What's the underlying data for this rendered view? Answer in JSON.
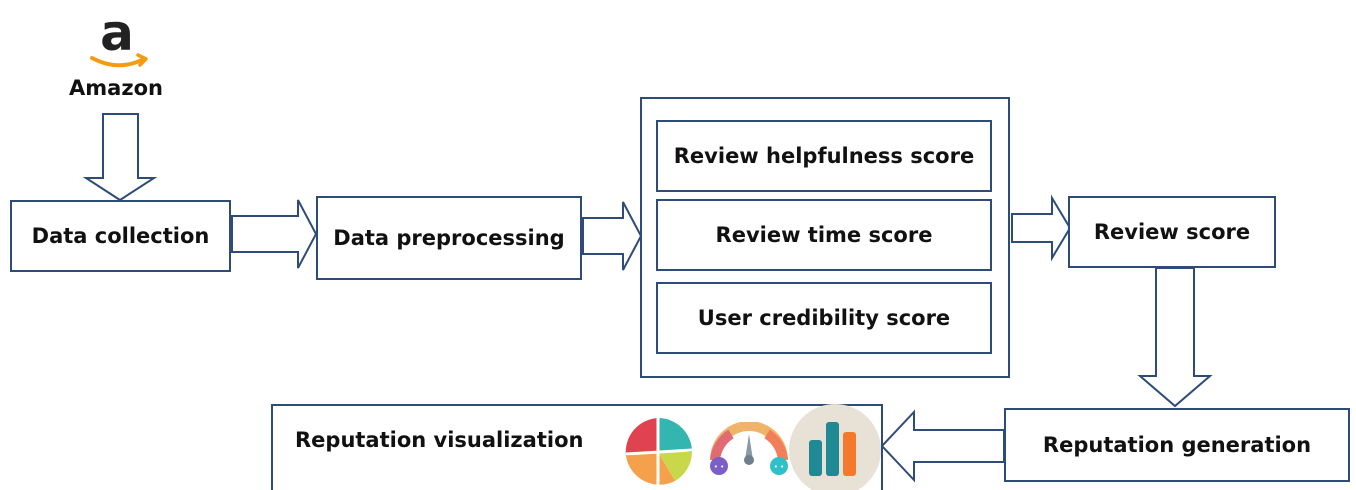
{
  "source": {
    "brand_icon": "amazon-logo-icon",
    "label": "Amazon"
  },
  "boxes": {
    "data_collection": "Data collection",
    "data_preprocessing": "Data preprocessing",
    "review_helpfulness_score": "Review helpfulness score",
    "review_time_score": "Review time score",
    "user_credibility_score": "User credibility score",
    "review_score": "Review score",
    "reputation_generation": "Reputation generation",
    "reputation_visualization": "Reputation visualization"
  },
  "icons": [
    "pie-chart-icon",
    "gauge-icon",
    "bar-chart-icon"
  ],
  "colors": {
    "box_border": "#2f4c78",
    "amazon_orange": "#f39c12",
    "pie_red": "#e0424f",
    "pie_teal": "#33b5b0",
    "pie_orange": "#f5a04a",
    "pie_yellow": "#c9d84b",
    "bars_teal": "#1f8a94",
    "bars_orange": "#f47a2b"
  }
}
